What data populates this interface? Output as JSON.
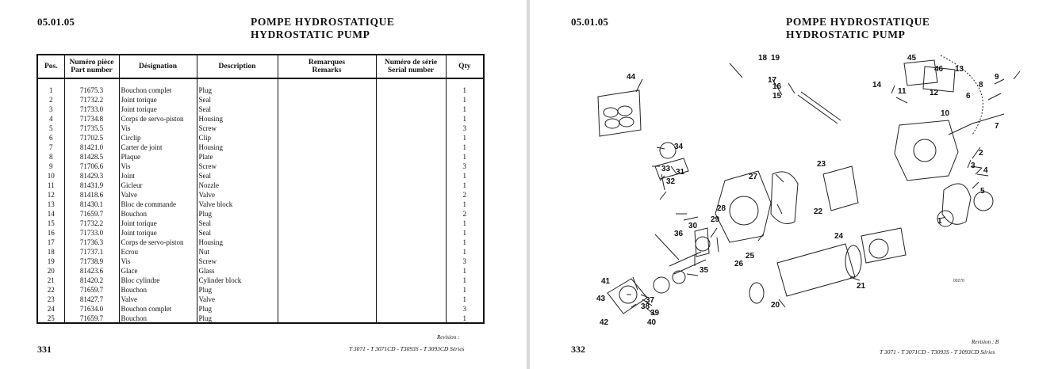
{
  "left_page": {
    "section_code": "05.01.05",
    "title_fr": "POMPE  HYDROSTATIQUE",
    "title_en": "HYDROSTATIC  PUMP",
    "page_number": "331",
    "revision": "Revision :",
    "series": "T 3071 - T 3071CD - T3093S  - T 3093CD Séries",
    "table": {
      "headers": {
        "pos": "Pos.",
        "part_fr": "Numéro pièce",
        "part_en": "Part number",
        "designation": "Désignation",
        "description": "Description",
        "remarks_fr": "Remarques",
        "remarks_en": "Remarks",
        "serial_fr": "Numéro de série",
        "serial_en": "Serial number",
        "qty": "Qty"
      },
      "rows": [
        {
          "pos": "1",
          "part": "71675.3",
          "designation": "Bouchon complet",
          "description": "Plug",
          "qty": "1"
        },
        {
          "pos": "2",
          "part": "71732.2",
          "designation": "Joint torique",
          "description": "Seal",
          "qty": "1"
        },
        {
          "pos": "3",
          "part": "71733.0",
          "designation": "Joint torique",
          "description": "Seal",
          "qty": "1"
        },
        {
          "pos": "4",
          "part": "71734.8",
          "designation": "Corps de servo-piston",
          "description": "Housing",
          "qty": "1"
        },
        {
          "pos": "5",
          "part": "71735.5",
          "designation": "Vis",
          "description": "Screw",
          "qty": "3"
        },
        {
          "pos": "6",
          "part": "71702.5",
          "designation": "Circlip",
          "description": "Clip",
          "qty": "1"
        },
        {
          "pos": "7",
          "part": "81421.0",
          "designation": "Carter de joint",
          "description": "Housing",
          "qty": "1"
        },
        {
          "pos": "8",
          "part": "81428.5",
          "designation": "Plaque",
          "description": "Plate",
          "qty": "1"
        },
        {
          "pos": "9",
          "part": "71706.6",
          "designation": "Vis",
          "description": "Screw",
          "qty": "3"
        },
        {
          "pos": "10",
          "part": "81429.3",
          "designation": "Joint",
          "description": "Seal",
          "qty": "1"
        },
        {
          "pos": "11",
          "part": "81431.9",
          "designation": "Gicleur",
          "description": "Nozzle",
          "qty": "1"
        },
        {
          "pos": "12",
          "part": "81418.6",
          "designation": "Valve",
          "description": "Valve",
          "qty": "2"
        },
        {
          "pos": "13",
          "part": "81430.1",
          "designation": "Bloc de commande",
          "description": "Valve block",
          "qty": "1"
        },
        {
          "pos": "14",
          "part": "71659.7",
          "designation": "Bouchon",
          "description": "Plug",
          "qty": "2"
        },
        {
          "pos": "15",
          "part": "71732.2",
          "designation": "Joint torique",
          "description": "Seal",
          "qty": "1"
        },
        {
          "pos": "16",
          "part": "71733.0",
          "designation": "Joint torique",
          "description": "Seal",
          "qty": "1"
        },
        {
          "pos": "17",
          "part": "71736.3",
          "designation": "Corps de servo-piston",
          "description": "Housing",
          "qty": "1"
        },
        {
          "pos": "18",
          "part": "71737.1",
          "designation": "Ecrou",
          "description": "Nut",
          "qty": "1"
        },
        {
          "pos": "19",
          "part": "71738.9",
          "designation": "Vis",
          "description": "Screw",
          "qty": "3"
        },
        {
          "pos": "20",
          "part": "81423.6",
          "designation": "Glace",
          "description": "Glass",
          "qty": "1"
        },
        {
          "pos": "21",
          "part": "81420.2",
          "designation": "Bloc cylindre",
          "description": "Cylinder block",
          "qty": "1"
        },
        {
          "pos": "22",
          "part": "71659.7",
          "designation": "Bouchon",
          "description": "Plug",
          "qty": "1"
        },
        {
          "pos": "23",
          "part": "81427.7",
          "designation": "Valve",
          "description": "Valve",
          "qty": "1"
        },
        {
          "pos": "24",
          "part": "71634.0",
          "designation": "Bouchon complet",
          "description": "Plug",
          "qty": "3"
        },
        {
          "pos": "25",
          "part": "71659.7",
          "designation": "Bouchon",
          "description": "Plug",
          "qty": "1"
        }
      ]
    }
  },
  "right_page": {
    "section_code": "05.01.05",
    "title_fr": "POMPE  HYDROSTATIQUE",
    "title_en": "HYDROSTATIC  PUMP",
    "page_number": "332",
    "revision": "Revision : B",
    "series": "T 3071 - T 3071CD - T3093S  - T 3093CD Séries",
    "drawing_ref": "00270",
    "callouts": [
      "1",
      "2",
      "3",
      "4",
      "5",
      "6",
      "7",
      "8",
      "9",
      "10",
      "11",
      "12",
      "13",
      "14",
      "15",
      "16",
      "17",
      "18",
      "19",
      "20",
      "21",
      "22",
      "23",
      "24",
      "25",
      "26",
      "27",
      "28",
      "29",
      "30",
      "31",
      "32",
      "33",
      "34",
      "35",
      "36",
      "37",
      "38",
      "39",
      "40",
      "41",
      "42",
      "43",
      "44",
      "45",
      "46"
    ]
  }
}
